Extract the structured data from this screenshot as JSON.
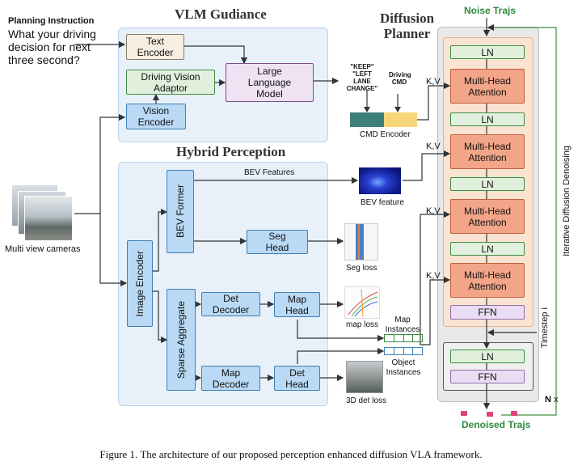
{
  "sections": {
    "vlm_title": "VLM Gudiance",
    "hybrid_title": "Hybrid Perception",
    "diffusion_title_line1": "Diffusion",
    "diffusion_title_line2": "Planner"
  },
  "planning": {
    "heading": "Planning Instruction",
    "text_line1": "What your driving",
    "text_line2": "decision for next",
    "text_line3": "three second?"
  },
  "vlm": {
    "text_encoder_line1": "Text",
    "text_encoder_line2": "Encoder",
    "adaptor_line1": "Driving Vision",
    "adaptor_line2": "Adaptor",
    "llm_line1": "Large",
    "llm_line2": "Language",
    "llm_line3": "Model",
    "vision_encoder_line1": "Vision",
    "vision_encoder_line2": "Encoder"
  },
  "cmd": {
    "keep_line1": "\"KEEP\"",
    "keep_line2": "\"LEFT",
    "keep_line3": "LANE",
    "keep_line4": "CHANGE\"",
    "driving_line1": "Driving",
    "driving_line2": "CMD",
    "encoder_label": "CMD Encoder"
  },
  "perception": {
    "bev_features_label": "BEV Features",
    "bev_former": "BEV Former",
    "seg_head_line1": "Seg",
    "seg_head_line2": "Head",
    "image_encoder": "Image Encoder",
    "sparse_aggregate": "Sparse Aggregate",
    "det_decoder_line1": "Det",
    "det_decoder_line2": "Decoder",
    "map_head_line1": "Map",
    "map_head_line2": "Head",
    "map_decoder_line1": "Map",
    "map_decoder_line2": "Decoder",
    "det_head_line1": "Det",
    "det_head_line2": "Head"
  },
  "outputs": {
    "bev_feature": "BEV feature",
    "seg_loss": "Seg loss",
    "map_loss": "map loss",
    "map_instances_line1": "Map",
    "map_instances_line2": "Instances",
    "object_instances_line1": "Object",
    "object_instances_line2": "Instances",
    "det_loss": "3D det loss"
  },
  "inputs": {
    "cameras_label": "Multi view cameras"
  },
  "planner": {
    "noise_trajs": "Noise Trajs",
    "denoised_trajs": "Denoised Trajs",
    "ln": "LN",
    "mha_line1": "Multi-Head",
    "mha_line2": "Attention",
    "ffn": "FFN",
    "kv": "K,V",
    "timestep": "Timestep i",
    "iterative": "Iterative Diffusion Denoising",
    "n_bold": "N",
    "n_x": "x"
  },
  "caption": "Figure 1. The architecture of our proposed perception enhanced diffusion VLA framework.",
  "colors": {
    "panel_blue": "#e8f1fa",
    "box_blue": "#b9d9f4",
    "orange": "#f2a588",
    "green_label": "#2e8b3d",
    "cmd_teal": "#3f7f7a",
    "cmd_yellow": "#f7d67a"
  }
}
